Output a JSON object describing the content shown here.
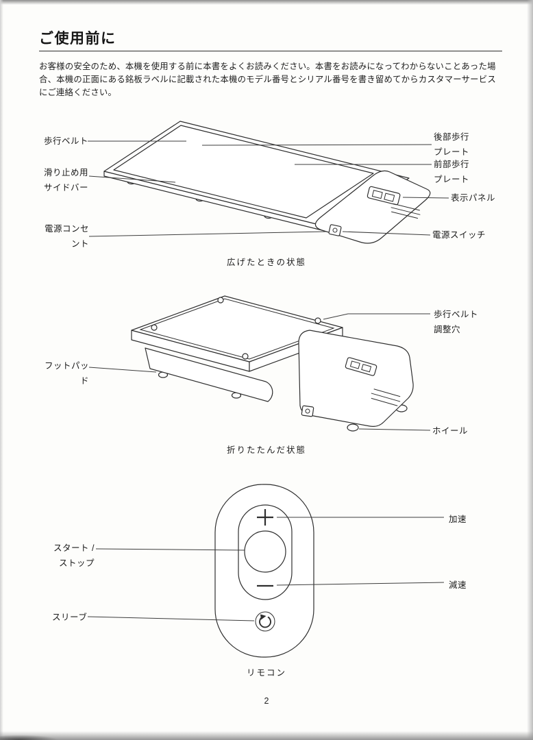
{
  "header": {
    "title": "ご使用前に"
  },
  "intro": {
    "text": "お客様の安全のため、本機を使用する前に本書をよくお読みください。本書をお読みになってわからないことあった場合、本機の正面にある銘板ラベルに記載された本機のモデル番号とシリアル番号を書き留めてからカスタマーサービスにご連絡ください。"
  },
  "diagrams": {
    "unfolded": {
      "caption": "広げたときの状態",
      "labels": {
        "walking_belt": "歩行ベルト",
        "anti_slip_side_bar": "滑り止め用\nサイドバー",
        "power_outlet": "電源コンセ\nント",
        "rear_walking_plate": "後部歩行\nプレート",
        "front_walking_plate": "前部歩行\nプレート",
        "display_panel": "表示パネル",
        "power_switch": "電源スイッチ"
      }
    },
    "folded": {
      "caption": "折りたたんだ状態",
      "labels": {
        "belt_adjustment_hole": "歩行ベルト\n調整穴",
        "foot_pad": "フットパッ\nド",
        "wheel": "ホイール"
      }
    },
    "remote": {
      "caption": "リモコン",
      "labels": {
        "start_stop": "スタート /\nストップ",
        "sleep": "スリーブ",
        "accelerate": "加速",
        "decelerate": "減速"
      },
      "glyphs": {
        "plus": "+",
        "minus": "−"
      },
      "icons": {
        "sleep_button": "clockwise-cycle-arrow-icon",
        "plus_button": "plus-icon",
        "minus_button": "minus-icon"
      }
    }
  },
  "footer": {
    "page_number": "2"
  }
}
